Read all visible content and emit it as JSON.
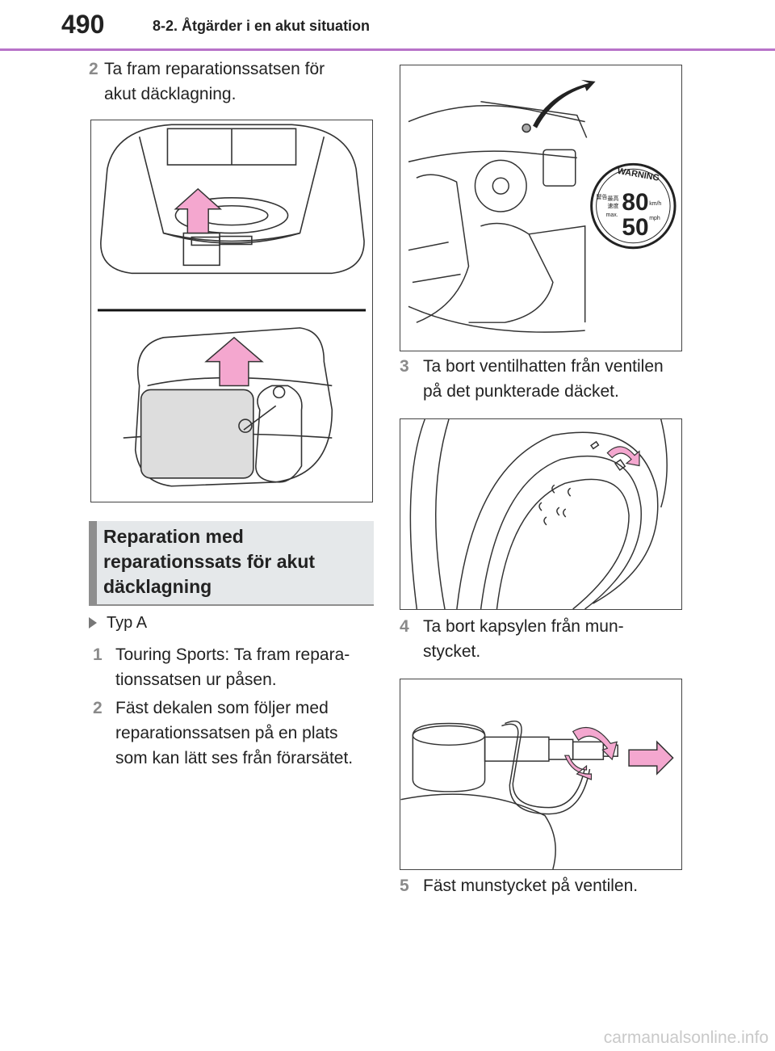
{
  "header": {
    "page_number": "490",
    "chapter_title": "8-2. Åtgärder i en akut situation"
  },
  "left": {
    "step2a": {
      "num": "2",
      "text": "Ta fram reparationssatsen för\nakut däcklagning."
    },
    "section_title": "Reparation med\nreparationssats för akut\ndäcklagning",
    "bullet": "Typ A",
    "step1": {
      "num": "1",
      "text": "Touring Sports: Ta fram repara-\ntionssatsen ur påsen."
    },
    "step2b": {
      "num": "2",
      "text": "Fäst dekalen som följer med\nreparationssatsen på en plats\nsom kan lätt ses från förarsätet."
    }
  },
  "right": {
    "decal": {
      "warning": "WARNING",
      "speed_kmh": "80",
      "speed_mph": "50",
      "unit_kmh": "km/h",
      "unit_mph": "mph",
      "max": "max.",
      "jp_top": "最高",
      "jp_mid": "速度",
      "jp_side": "警告"
    },
    "step3": {
      "num": "3",
      "text": "Ta bort ventilhatten från ventilen\npå det punkterade däcket."
    },
    "step4": {
      "num": "4",
      "text": "Ta bort kapsylen från mun-\nstycket."
    },
    "step5": {
      "num": "5",
      "text": "Fäst munstycket på ventilen."
    }
  },
  "colors": {
    "accent": "#b873c9",
    "arrow_fill": "#f4a7cf",
    "section_bg": "#e5e8ea"
  },
  "watermark": "carmanualsonline.info"
}
